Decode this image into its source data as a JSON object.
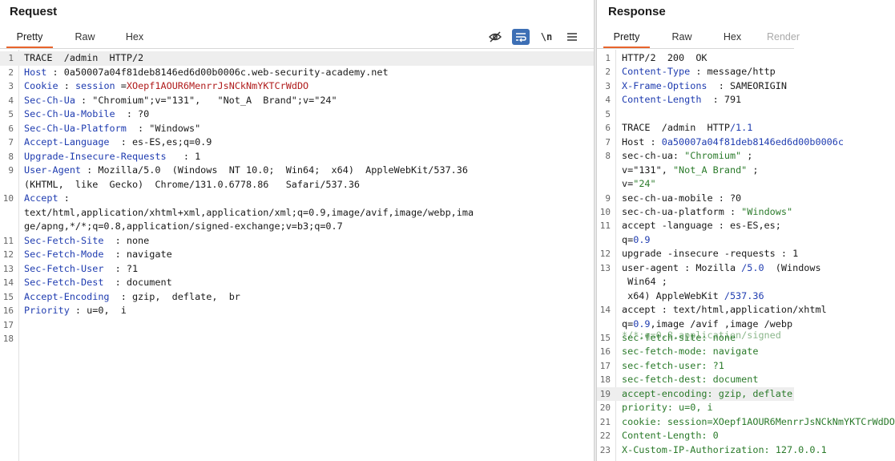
{
  "request": {
    "title": "Request",
    "tabs": [
      "Pretty",
      "Raw",
      "Hex"
    ],
    "active_tab": "Pretty",
    "toolbar": {
      "newline_label": "\\n"
    },
    "lines": [
      {
        "n": "1",
        "segs": [
          {
            "t": "TRACE  /admin  HTTP/2",
            "c": "v"
          }
        ]
      },
      {
        "n": "2",
        "segs": [
          {
            "t": "Host",
            "c": "k"
          },
          {
            "t": " : 0a50007a04f81deb8146ed6d00b0006c.web-security-academy.net",
            "c": "v"
          }
        ]
      },
      {
        "n": "3",
        "segs": [
          {
            "t": "Cookie",
            "c": "k"
          },
          {
            "t": " : ",
            "c": "v"
          },
          {
            "t": "session",
            "c": "k"
          },
          {
            "t": " =",
            "c": "v"
          },
          {
            "t": "XOepf1AOUR6MenrrJsNCkNmYKTCrWdDO",
            "c": "s"
          }
        ]
      },
      {
        "n": "4",
        "segs": [
          {
            "t": "Sec-Ch-Ua",
            "c": "k"
          },
          {
            "t": " : \"Chromium\";v=\"131\",   \"Not_A  Brand\";v=\"24\"",
            "c": "v"
          }
        ]
      },
      {
        "n": "5",
        "segs": [
          {
            "t": "Sec-Ch-Ua-Mobile",
            "c": "k"
          },
          {
            "t": "  : ?0",
            "c": "v"
          }
        ]
      },
      {
        "n": "6",
        "segs": [
          {
            "t": "Sec-Ch-Ua-Platform",
            "c": "k"
          },
          {
            "t": "  : \"Windows\"",
            "c": "v"
          }
        ]
      },
      {
        "n": "7",
        "segs": [
          {
            "t": "Accept-Language",
            "c": "k"
          },
          {
            "t": "  : es-ES,es;q=0.9",
            "c": "v"
          }
        ]
      },
      {
        "n": "8",
        "segs": [
          {
            "t": "Upgrade-Insecure-Requests",
            "c": "k"
          },
          {
            "t": "   : 1",
            "c": "v"
          }
        ]
      },
      {
        "n": "9",
        "segs": [
          {
            "t": "User-Agent",
            "c": "k"
          },
          {
            "t": " : Mozilla/5.0  (Windows  NT 10.0;  Win64;  x64)  AppleWebKit/537.36",
            "c": "v"
          }
        ]
      },
      {
        "n": "",
        "segs": [
          {
            "t": "(KHTML,  like  Gecko)  Chrome/131.0.6778.86   Safari/537.36",
            "c": "v"
          }
        ]
      },
      {
        "n": "10",
        "segs": [
          {
            "t": "Accept",
            "c": "k"
          },
          {
            "t": " :",
            "c": "v"
          }
        ]
      },
      {
        "n": "",
        "segs": [
          {
            "t": "text/html,application/xhtml+xml,application/xml;q=0.9,image/avif,image/webp,ima",
            "c": "v"
          }
        ]
      },
      {
        "n": "",
        "segs": [
          {
            "t": "ge/apng,*/*;q=0.8,application/signed-exchange;v=b3;q=0.7",
            "c": "v"
          }
        ]
      },
      {
        "n": "11",
        "segs": [
          {
            "t": "Sec-Fetch-Site",
            "c": "k"
          },
          {
            "t": "  : none",
            "c": "v"
          }
        ]
      },
      {
        "n": "12",
        "segs": [
          {
            "t": "Sec-Fetch-Mode",
            "c": "k"
          },
          {
            "t": "  : navigate",
            "c": "v"
          }
        ]
      },
      {
        "n": "13",
        "segs": [
          {
            "t": "Sec-Fetch-User",
            "c": "k"
          },
          {
            "t": "  : ?1",
            "c": "v"
          }
        ]
      },
      {
        "n": "14",
        "segs": [
          {
            "t": "Sec-Fetch-Dest",
            "c": "k"
          },
          {
            "t": "  : document",
            "c": "v"
          }
        ]
      },
      {
        "n": "15",
        "segs": [
          {
            "t": "Accept-Encoding",
            "c": "k"
          },
          {
            "t": "  : gzip,  deflate,  br",
            "c": "v"
          }
        ]
      },
      {
        "n": "16",
        "segs": [
          {
            "t": "Priority",
            "c": "k"
          },
          {
            "t": " : u=0,  i",
            "c": "v"
          }
        ]
      },
      {
        "n": "17",
        "segs": []
      },
      {
        "n": "18",
        "segs": []
      }
    ]
  },
  "response": {
    "title": "Response",
    "tabs": [
      "Pretty",
      "Raw",
      "Hex",
      "Render"
    ],
    "active_tab": "Pretty",
    "lines": [
      {
        "n": "1",
        "segs": [
          {
            "t": "HTTP/2  200  OK",
            "c": "v"
          }
        ]
      },
      {
        "n": "2",
        "segs": [
          {
            "t": "Content-Type",
            "c": "k"
          },
          {
            "t": " : message/http",
            "c": "v"
          }
        ]
      },
      {
        "n": "3",
        "segs": [
          {
            "t": "X-Frame-Options",
            "c": "k"
          },
          {
            "t": "  : SAMEORIGIN",
            "c": "v"
          }
        ]
      },
      {
        "n": "4",
        "segs": [
          {
            "t": "Content-Length",
            "c": "k"
          },
          {
            "t": "  : 791",
            "c": "v"
          }
        ]
      },
      {
        "n": "5",
        "segs": []
      },
      {
        "n": "6",
        "segs": [
          {
            "t": "TRACE  /admin  HTTP",
            "c": "v"
          },
          {
            "t": "/1.1",
            "c": "n"
          }
        ]
      },
      {
        "n": "7",
        "segs": [
          {
            "t": "Host : ",
            "c": "v"
          },
          {
            "t": "0a50007a04f81deb8146ed6d00b0006c",
            "c": "n"
          }
        ]
      },
      {
        "n": "8",
        "segs": [
          {
            "t": "sec-ch-ua: ",
            "c": "v"
          },
          {
            "t": "\"Chromium\"",
            "c": "g"
          },
          {
            "t": " ;",
            "c": "v"
          }
        ]
      },
      {
        "n": "",
        "segs": [
          {
            "t": "v=",
            "c": "v"
          },
          {
            "t": "\"131\"",
            "c": "v"
          },
          {
            "t": ", ",
            "c": "v"
          },
          {
            "t": "\"Not_A Brand\"",
            "c": "g"
          },
          {
            "t": " ;",
            "c": "v"
          }
        ]
      },
      {
        "n": "",
        "segs": [
          {
            "t": "v=",
            "c": "v"
          },
          {
            "t": "\"24\"",
            "c": "g"
          }
        ]
      },
      {
        "n": "9",
        "segs": [
          {
            "t": "sec-ch-ua-mobile : ?0",
            "c": "v"
          }
        ]
      },
      {
        "n": "10",
        "segs": [
          {
            "t": "sec-ch-ua-platform : ",
            "c": "v"
          },
          {
            "t": "\"Windows\"",
            "c": "g"
          }
        ]
      },
      {
        "n": "11",
        "segs": [
          {
            "t": "accept -language : es-ES,es;",
            "c": "v"
          }
        ]
      },
      {
        "n": "",
        "segs": [
          {
            "t": "q=",
            "c": "v"
          },
          {
            "t": "0.9",
            "c": "n"
          }
        ]
      },
      {
        "n": "12",
        "segs": [
          {
            "t": "upgrade -insecure -requests : 1",
            "c": "v"
          }
        ]
      },
      {
        "n": "13",
        "segs": [
          {
            "t": "user-agent : Mozilla ",
            "c": "v"
          },
          {
            "t": "/5.0",
            "c": "n"
          },
          {
            "t": "  (Windows",
            "c": "v"
          }
        ]
      },
      {
        "n": "",
        "segs": [
          {
            "t": " Win64 ;",
            "c": "v"
          }
        ]
      },
      {
        "n": "",
        "segs": [
          {
            "t": " x64) AppleWebKit ",
            "c": "v"
          },
          {
            "t": "/537.36",
            "c": "n"
          }
        ]
      },
      {
        "n": "14",
        "segs": [
          {
            "t": "accept : text/html,application/xhtml",
            "c": "v"
          }
        ]
      },
      {
        "n": "",
        "segs": [
          {
            "t": "q=",
            "c": "v"
          },
          {
            "t": "0.9",
            "c": "n"
          },
          {
            "t": ",image /avif ,image /webp",
            "c": "v"
          }
        ]
      },
      {
        "n": "15",
        "segs": [
          {
            "t": "sec-fetch-site: none",
            "c": "g"
          }
        ],
        "ghost": "*/*;q=0.8,application/signed"
      },
      {
        "n": "16",
        "segs": [
          {
            "t": "sec-fetch-mode: navigate",
            "c": "g"
          }
        ]
      },
      {
        "n": "17",
        "segs": [
          {
            "t": "sec-fetch-user: ?1",
            "c": "g"
          }
        ]
      },
      {
        "n": "18",
        "segs": [
          {
            "t": "sec-fetch-dest: document",
            "c": "g"
          }
        ]
      },
      {
        "n": "19",
        "segs": [
          {
            "t": "accept-encoding: gzip, deflate",
            "c": "g"
          }
        ],
        "hl": true
      },
      {
        "n": "20",
        "segs": [
          {
            "t": "priority: u=0, i",
            "c": "g"
          }
        ]
      },
      {
        "n": "21",
        "segs": [
          {
            "t": "cookie: session=XOepf1AOUR6MenrrJsNCkNmYKTCrWdDO",
            "c": "g"
          }
        ]
      },
      {
        "n": "22",
        "segs": [
          {
            "t": "Content-Length: 0",
            "c": "g"
          }
        ]
      },
      {
        "n": "23",
        "segs": [
          {
            "t": "X-Custom-IP-Authorization: 127.0.0.1",
            "c": "g"
          }
        ]
      }
    ]
  },
  "colors": {
    "accent": "#e8642c",
    "header_name": "#1f3cb0",
    "cookie_value": "#b01c1c",
    "echo_green": "#2a7a2a",
    "wrap_active": "#3d6fb5"
  },
  "icons": [
    "hide-icon",
    "wrap-lines-icon",
    "newline-icon",
    "menu-icon"
  ]
}
